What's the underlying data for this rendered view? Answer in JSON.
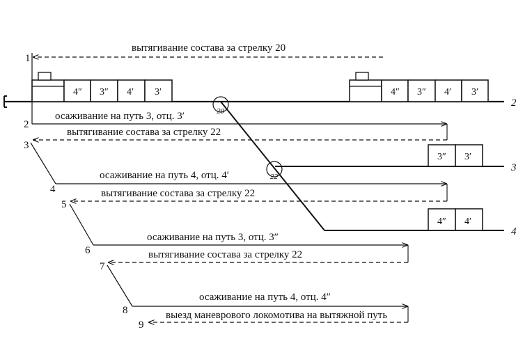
{
  "tracks": {
    "track_2": "2",
    "track_3": "3",
    "track_4": "4"
  },
  "switches": {
    "sw20": "20",
    "sw22": "22"
  },
  "train_left_cars": [
    "4″",
    "3″",
    "4′",
    "3′"
  ],
  "train_right_cars": [
    "4″",
    "3″",
    "4′",
    "3′"
  ],
  "track3_cars": [
    "3″",
    "3′"
  ],
  "track4_cars": [
    "4″",
    "4′"
  ],
  "steps": [
    {
      "num": "1",
      "label": "вытягивание состава за стрелку 20"
    },
    {
      "num": "2",
      "label": "осаживание на путь 3, отц. 3′"
    },
    {
      "num": "3",
      "label": "вытягивание состава за стрелку 22"
    },
    {
      "num": "4",
      "label": "осаживание на путь 4, отц. 4′"
    },
    {
      "num": "5",
      "label": "вытягивание состава за стрелку 22"
    },
    {
      "num": "6",
      "label": "осаживание на путь 3, отц. 3″"
    },
    {
      "num": "7",
      "label": "вытягивание состава за стрелку 22"
    },
    {
      "num": "8",
      "label": "осаживание на путь 4, отц. 4″"
    },
    {
      "num": "9",
      "label": "выезд маневрового локомотива на вытяжной путь"
    }
  ]
}
